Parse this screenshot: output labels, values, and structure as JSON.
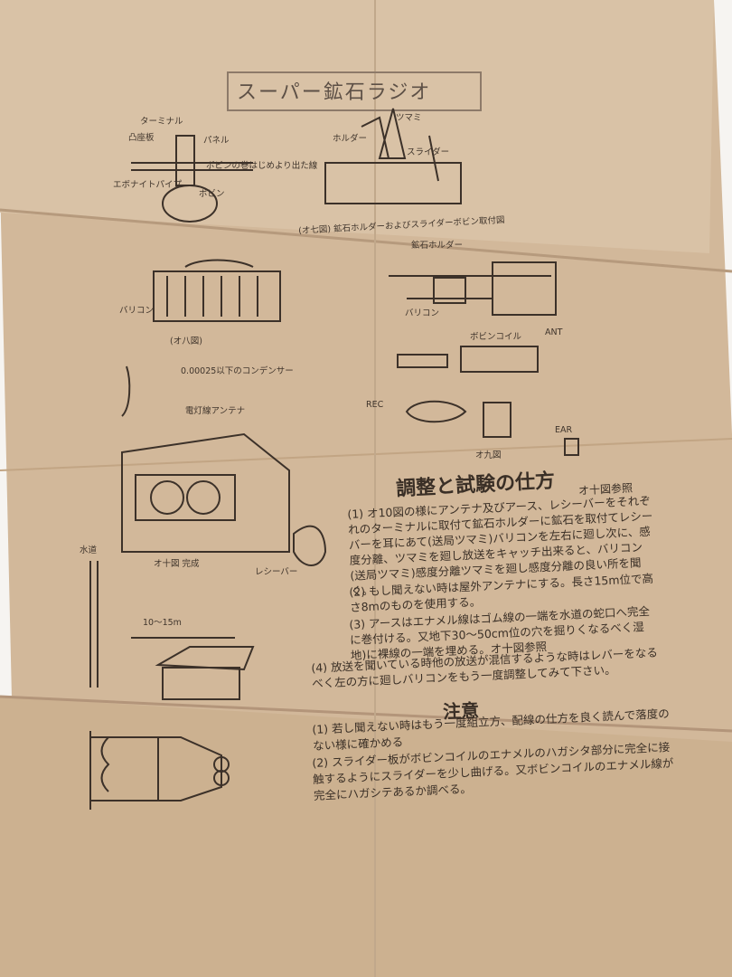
{
  "title": "スーパー鉱石ラジオ",
  "diagram_labels": {
    "terminal": "ターミナル",
    "convex_plate": "凸座板",
    "panel": "パネル",
    "bobbin_winding": "ボビンの巻はじめより出た線",
    "ebonite_pipe": "エボナイトパイプ",
    "bobbin": "ボビン",
    "knob": "ツマミ",
    "holder": "ホルダー",
    "slider": "スライダー",
    "fig7": "(オ七図) 鉱石ホルダーおよびスライダーボビン取付図",
    "fig8": "(オ八図)",
    "varicon": "バリコン",
    "crystal_holder": "鉱石ホルダー",
    "bobbin_coil": "ボビンコイル",
    "ant": "ANT",
    "rec": "REC",
    "ear": "EAR",
    "fig9": "オ九図",
    "condenser": "0.00025以下のコンデンサー",
    "light_antenna": "電灯線アンテナ",
    "fig10": "オ十図 完成",
    "receiver": "レシーバー",
    "water": "水道",
    "distance": "10〜15m"
  },
  "section_heading": "調整と試験の仕方",
  "section_ref": "オ十図参照",
  "paragraphs": [
    "(1) オ10図の様にアンテナ及びアース、レシーバーをそれぞれのターミナルに取付て鉱石ホルダーに鉱石を取付てレシーバーを耳にあて(送局ツマミ)バリコンを左右に廻し次に、感度分離、ツマミを廻し放送をキャッチ出来ると、バリコン(送局ツマミ)感度分離ツマミを廻し感度分離の良い所を聞く。",
    "(2) もし聞えない時は屋外アンテナにする。長さ15m位で高さ8mのものを使用する。",
    "(3) アースはエナメル線はゴム線の一端を水道の蛇口へ完全に巻付ける。又地下30〜50cm位の穴を掘りくなるべく湿地)に裸線の一端を埋める。オ十図参照",
    "(4) 放送を聞いている時他の放送が混信するような時はレバーをなるべく左の方に廻しバリコンをもう一度調整してみて下さい。"
  ],
  "notice_heading": "注意",
  "notices": [
    "(1) 若し聞えない時はもう一度組立方、配線の仕方を良く読んで落度のない様に確かめる",
    "(2) スライダー板がボビンコイルのエナメルのハガシタ部分に完全に接触するようにスライダーを少し曲げる。又ボビンコイルのエナメル線が完全にハガシテあるか調べる。"
  ]
}
